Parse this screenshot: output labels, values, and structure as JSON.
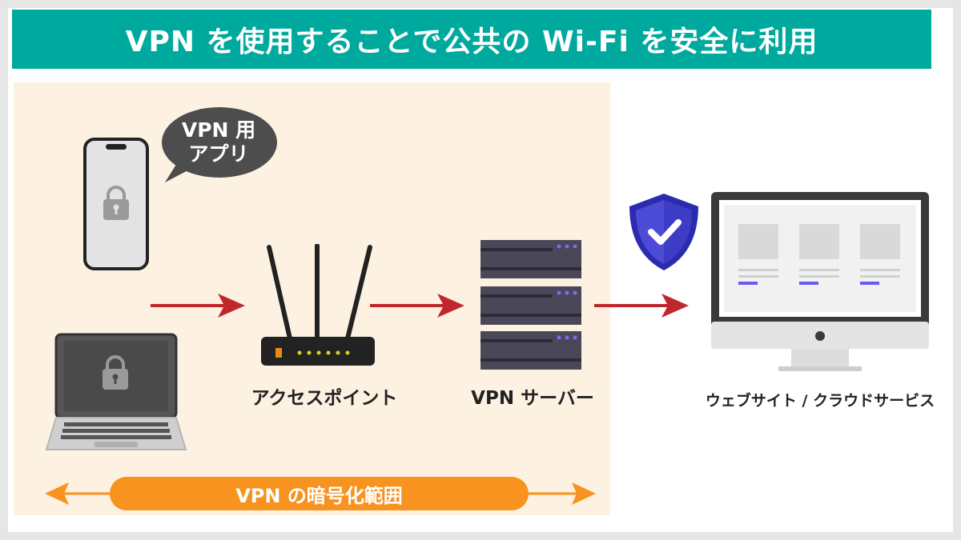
{
  "title": "VPN を使用することで公共の Wi-Fi を安全に利用",
  "bubble": {
    "line1": "VPN 用",
    "line2": "アプリ"
  },
  "nodes": {
    "access_point": "アクセスポイント",
    "vpn_server": "VPN サーバー",
    "web_services": "ウェブサイト / クラウドサービス"
  },
  "scope": {
    "label": "VPN の暗号化範囲"
  },
  "colors": {
    "title_bg": "#00a99d",
    "zone_bg": "#fdf1e2",
    "arrow_red": "#c0272d",
    "scope_orange": "#f7931e",
    "shield_blue": "#4b4bd8",
    "server_dark": "#4a4758"
  },
  "icons": {
    "phone": "smartphone-icon",
    "laptop": "laptop-icon",
    "router": "router-icon",
    "server": "server-icon",
    "shield": "shield-check-icon",
    "monitor": "desktop-monitor-icon"
  }
}
